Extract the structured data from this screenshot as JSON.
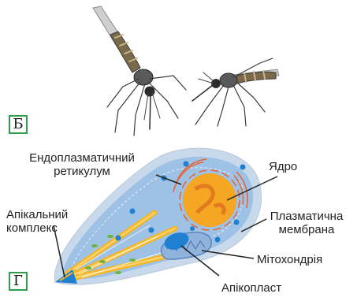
{
  "panels": [
    {
      "letter": "Б"
    },
    {
      "letter": "Г"
    }
  ],
  "labels": {
    "er_line1": "Ендоплазматичний",
    "er_line2": "ретикулум",
    "nucleus": "Ядро",
    "membrane_line1": "Плазматична",
    "membrane_line2": "мембрана",
    "apical_line1": "Апікальний",
    "apical_line2": "комплекс",
    "mitochondrion": "Мітохондрія",
    "apicoplast": "Апікопласт"
  },
  "colors": {
    "badge_border": "#2f9e4a",
    "cell_outer": "#c9d9ec",
    "cell_inner": "#9ec1e6",
    "nucleus": "#f5a623",
    "organelle_blue": "#1f7fd1",
    "rhoptry": "#f4b62b"
  },
  "icons": [
    "mosquito-illustration",
    "mosquito-illustration",
    "plasmodium-cell-diagram"
  ]
}
